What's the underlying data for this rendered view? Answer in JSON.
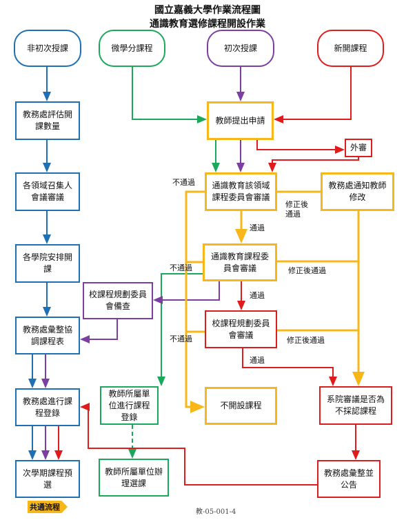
{
  "title": {
    "line1": "國立嘉義大學作業流程圖",
    "line2": "通識教育選修課程開設作業"
  },
  "start_nodes": {
    "non_first": "非初次授課",
    "micro_credit": "微學分課程",
    "first_time": "初次授課",
    "new_course": "新開課程"
  },
  "nodes": {
    "academic_eval": "教務處評估開課數量",
    "domain_meeting": "各領域召集人會議審議",
    "college_arrange": "各學院安排開課",
    "academic_compile_table": "教務處彙整協調課程表",
    "academic_register": "教務處進行課程登錄",
    "next_semester_preselect": "次學期課程預選",
    "teacher_apply": "教師提出申請",
    "external_review": "外審",
    "ge_domain_committee": "通識教育該領域課程委員會審議",
    "notify_teacher": "教務處通知教師修改",
    "ge_committee": "通識教育課程委員會審議",
    "school_committee_record": "校課程規劃委員會備查",
    "school_committee_review": "校課程規劃委員會審議",
    "unit_register": "教師所屬單位進行課程登錄",
    "not_offered": "不開設課程",
    "dept_review": "系院審議是否為不採認課程",
    "unit_selection": "教師所屬單位辦理選課",
    "academic_announce": "教務處彙整並公告"
  },
  "edge_labels": {
    "fail1": "不通過",
    "fail2": "不通過",
    "fail3": "不通過",
    "pass1": "通過",
    "pass2": "通過",
    "pass3": "通過",
    "revise_pass1": "修正後通過",
    "revise_pass2": "修正後通過",
    "revise_pass3": "修正後通過"
  },
  "legend": "共通流程",
  "doc_code": "教-05-001-4",
  "colors": {
    "blue": "#1f6fb3",
    "green": "#1aa85a",
    "purple": "#7c3fa1",
    "red": "#e01b1b",
    "yellow": "#f7b718"
  }
}
